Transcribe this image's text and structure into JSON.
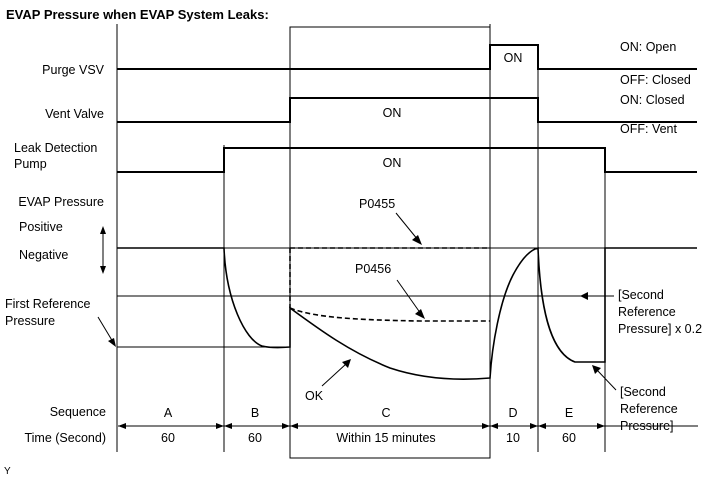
{
  "title": "EVAP Pressure when EVAP System Leaks:",
  "rows": {
    "purge_vsv": "Purge VSV",
    "vent_valve": "Vent Valve",
    "leak_pump_line1": "Leak Detection",
    "leak_pump_line2": "Pump",
    "evap_pressure": "EVAP Pressure",
    "positive": "Positive",
    "negative": "Negative",
    "first_ref_line1": "First Reference",
    "first_ref_line2": "Pressure",
    "sequence": "Sequence",
    "time": "Time (Second)"
  },
  "state_labels": {
    "purge_on": "ON",
    "vent_on": "ON",
    "pump_on": "ON"
  },
  "legend": {
    "purge_on": "ON: Open",
    "purge_off": "OFF: Closed",
    "vent_on": "ON: Closed",
    "vent_off": "OFF: Vent"
  },
  "annotations": {
    "p0455": "P0455",
    "p0456": "P0456",
    "ok": "OK",
    "second_ref_x02_line1": "[Second",
    "second_ref_x02_line2": "Reference",
    "second_ref_x02_line3": "Pressure] x 0.2",
    "second_ref_line1": "[Second",
    "second_ref_line2": "Reference",
    "second_ref_line3": "Pressure]"
  },
  "sequence": [
    "A",
    "B",
    "C",
    "D",
    "E"
  ],
  "durations": [
    "60",
    "60",
    "Within 15 minutes",
    "10",
    "60"
  ],
  "footer_mark": "Y"
}
